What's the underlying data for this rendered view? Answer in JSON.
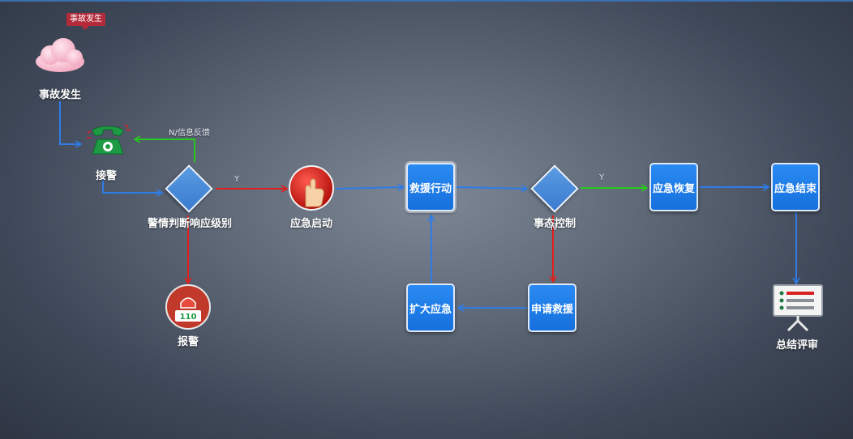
{
  "tag": "事故发生",
  "nodes": {
    "accident": "事故发生",
    "receive": "接警",
    "judge": "警情判断响应级别",
    "report": "报警",
    "start": "应急启动",
    "rescue": "救援行动",
    "control": "事态控制",
    "apply": "申请救援",
    "expand": "扩大应急",
    "recover": "应急恢复",
    "end": "应急结束",
    "review": "总结评审"
  },
  "edges": {
    "feedback": "N/信息反馈",
    "judge_yes": "Y",
    "control_yes": "Y",
    "control_no": "N"
  },
  "alarm_number": "110",
  "colors": {
    "flow": "#2f7ce6",
    "yes": "#e0201c",
    "green": "#28c81e",
    "box": "#1670dd"
  }
}
